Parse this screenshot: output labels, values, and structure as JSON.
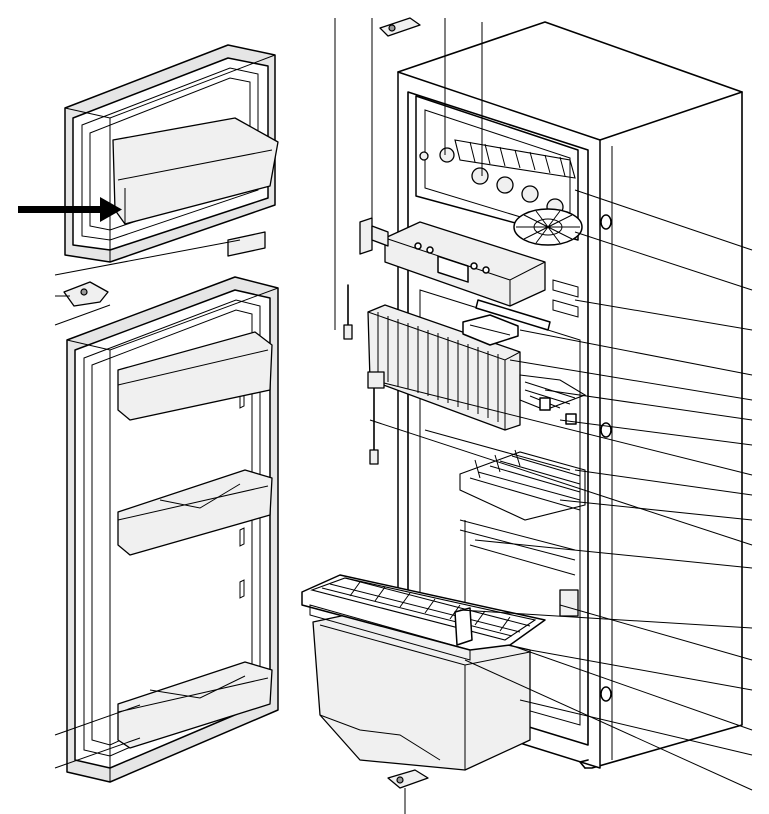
{
  "figure": {
    "arrow_color": "#000000",
    "line_color": "#000000",
    "fill_gray": "#e6e6e6"
  },
  "components": [
    {
      "name": "freezer-door",
      "icon": "door-icon"
    },
    {
      "name": "freezer-door-shelf",
      "icon": "shelf-icon"
    },
    {
      "name": "upper-door-hinge",
      "icon": "hinge-icon"
    },
    {
      "name": "middle-door-hinge",
      "icon": "hinge-icon"
    },
    {
      "name": "fridge-door",
      "icon": "door-icon"
    },
    {
      "name": "door-bin",
      "icon": "bin-icon"
    },
    {
      "name": "cabinet",
      "icon": "cabinet-icon"
    },
    {
      "name": "control-panel",
      "icon": "panel-icon"
    },
    {
      "name": "fin-evaporator",
      "icon": "evaporator-icon"
    },
    {
      "name": "wire-shelf",
      "icon": "grid-icon"
    },
    {
      "name": "crisper-drawer",
      "icon": "drawer-icon"
    },
    {
      "name": "lower-hinge",
      "icon": "hinge-icon"
    },
    {
      "name": "thermostat-probe",
      "icon": "probe-icon"
    }
  ]
}
